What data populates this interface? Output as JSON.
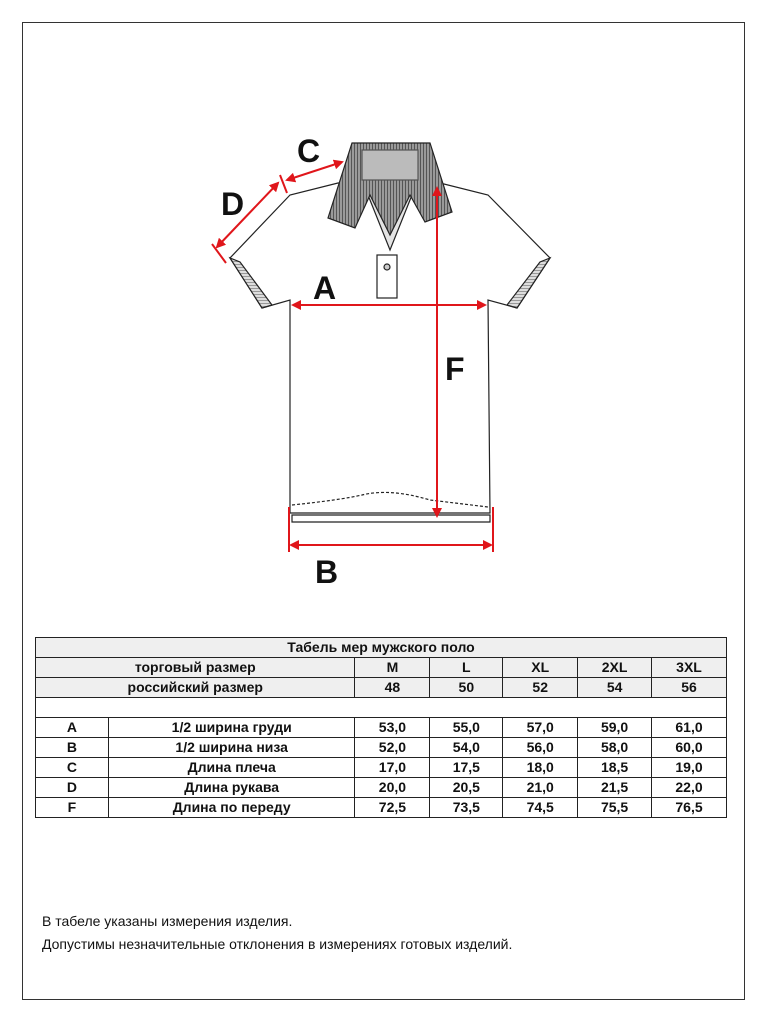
{
  "diagram": {
    "labels": {
      "A": "A",
      "B": "B",
      "C": "C",
      "D": "D",
      "F": "F"
    },
    "arrow_color": "#e0161b"
  },
  "table": {
    "title": "Табель мер мужского поло",
    "trade_size_label": "торговый размер",
    "russian_size_label": "российский размер",
    "sizes": [
      "M",
      "L",
      "XL",
      "2XL",
      "3XL"
    ],
    "russian_sizes": [
      "48",
      "50",
      "52",
      "54",
      "56"
    ],
    "rows": [
      {
        "code": "A",
        "name": "1/2 ширина груди",
        "values": [
          "53,0",
          "55,0",
          "57,0",
          "59,0",
          "61,0"
        ]
      },
      {
        "code": "B",
        "name": "1/2 ширина низа",
        "values": [
          "52,0",
          "54,0",
          "56,0",
          "58,0",
          "60,0"
        ]
      },
      {
        "code": "C",
        "name": "Длина плеча",
        "values": [
          "17,0",
          "17,5",
          "18,0",
          "18,5",
          "19,0"
        ]
      },
      {
        "code": "D",
        "name": "Длина рукава",
        "values": [
          "20,0",
          "20,5",
          "21,0",
          "21,5",
          "22,0"
        ]
      },
      {
        "code": "F",
        "name": "Длина по переду",
        "values": [
          "72,5",
          "73,5",
          "74,5",
          "75,5",
          "76,5"
        ]
      }
    ]
  },
  "notes": [
    "В табеле указаны измерения изделия.",
    "Допустимы незначительные отклонения в измерениях готовых изделий."
  ]
}
